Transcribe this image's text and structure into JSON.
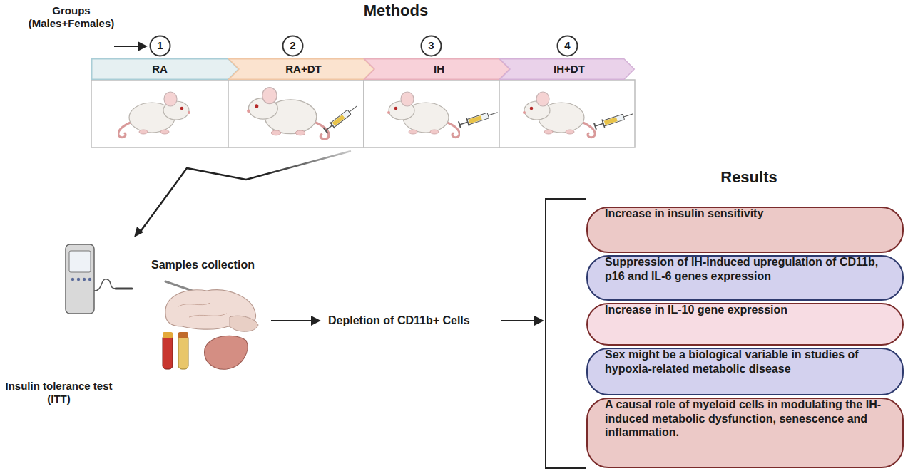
{
  "diagram": {
    "nodes": [
      {
        "text": [
          "1"
        ]
      },
      {
        "text": [
          "2"
        ]
      },
      {
        "text": [
          "3"
        ]
      },
      {
        "text": [
          "4"
        ]
      },
      {
        "text": [
          "RA"
        ]
      },
      {
        "text": [
          "RA+DT"
        ]
      },
      {
        "text": [
          "IH"
        ]
      },
      {
        "text": [
          "IH+DT"
        ]
      },
      {
        "text": [
          "Increase in insulin sensitivity"
        ]
      },
      {
        "text": [
          "Suppression of IH-induced upregulation of CD11b, p16 and IL-6 genes expression"
        ]
      },
      {
        "text": [
          "Increase in IL-10 gene expression"
        ]
      },
      {
        "text": [
          "Sex might be a biological variable in studies of hypoxia-related metabolic disease"
        ]
      },
      {
        "text": [
          "A causal role of myeloid cells in modulating the IH-induced metabolic dysfunction, senescence and inflammation."
        ]
      }
    ],
    "labels": [
      "Methods",
      "Groups (Males+Females)",
      "Insulin tolerance test (ITT)",
      "Samples collection",
      "Depletion of CD11b+ Cells",
      "Results"
    ]
  }
}
